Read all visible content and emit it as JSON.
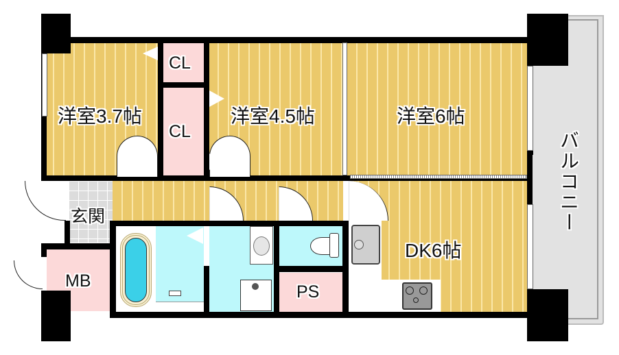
{
  "floorplan": {
    "rooms": [
      {
        "id": "western-room-1",
        "label": "洋室3.7帖",
        "type": "bedroom",
        "size_jo": 3.7
      },
      {
        "id": "closet-1",
        "label": "CL",
        "type": "closet"
      },
      {
        "id": "closet-2",
        "label": "CL",
        "type": "closet"
      },
      {
        "id": "western-room-2",
        "label": "洋室4.5帖",
        "type": "bedroom",
        "size_jo": 4.5
      },
      {
        "id": "western-room-3",
        "label": "洋室6帖",
        "type": "bedroom",
        "size_jo": 6
      },
      {
        "id": "balcony",
        "label": "バルコニー",
        "type": "balcony"
      },
      {
        "id": "entrance",
        "label": "玄関",
        "type": "entrance"
      },
      {
        "id": "meter-box",
        "label": "MB",
        "type": "meter-box"
      },
      {
        "id": "bathroom",
        "label": "",
        "type": "bath"
      },
      {
        "id": "washroom",
        "label": "",
        "type": "washroom"
      },
      {
        "id": "toilet",
        "label": "",
        "type": "toilet"
      },
      {
        "id": "pipe-space",
        "label": "PS",
        "type": "pipe-space"
      },
      {
        "id": "dining-kitchen",
        "label": "DK6帖",
        "type": "dining-kitchen",
        "size_jo": 6
      }
    ],
    "colors": {
      "flooring": "#ebc96b",
      "closet": "#fcd9d9",
      "wet_area": "#bdf8fb",
      "entrance_tile": "#dcdcdc",
      "balcony": "#e2e2e2",
      "wall": "#000000"
    },
    "icons": [
      "bathtub-icon",
      "sink-icon",
      "washing-machine-pan-icon",
      "toilet-icon",
      "kitchen-sink-icon",
      "gas-stove-icon"
    ]
  }
}
